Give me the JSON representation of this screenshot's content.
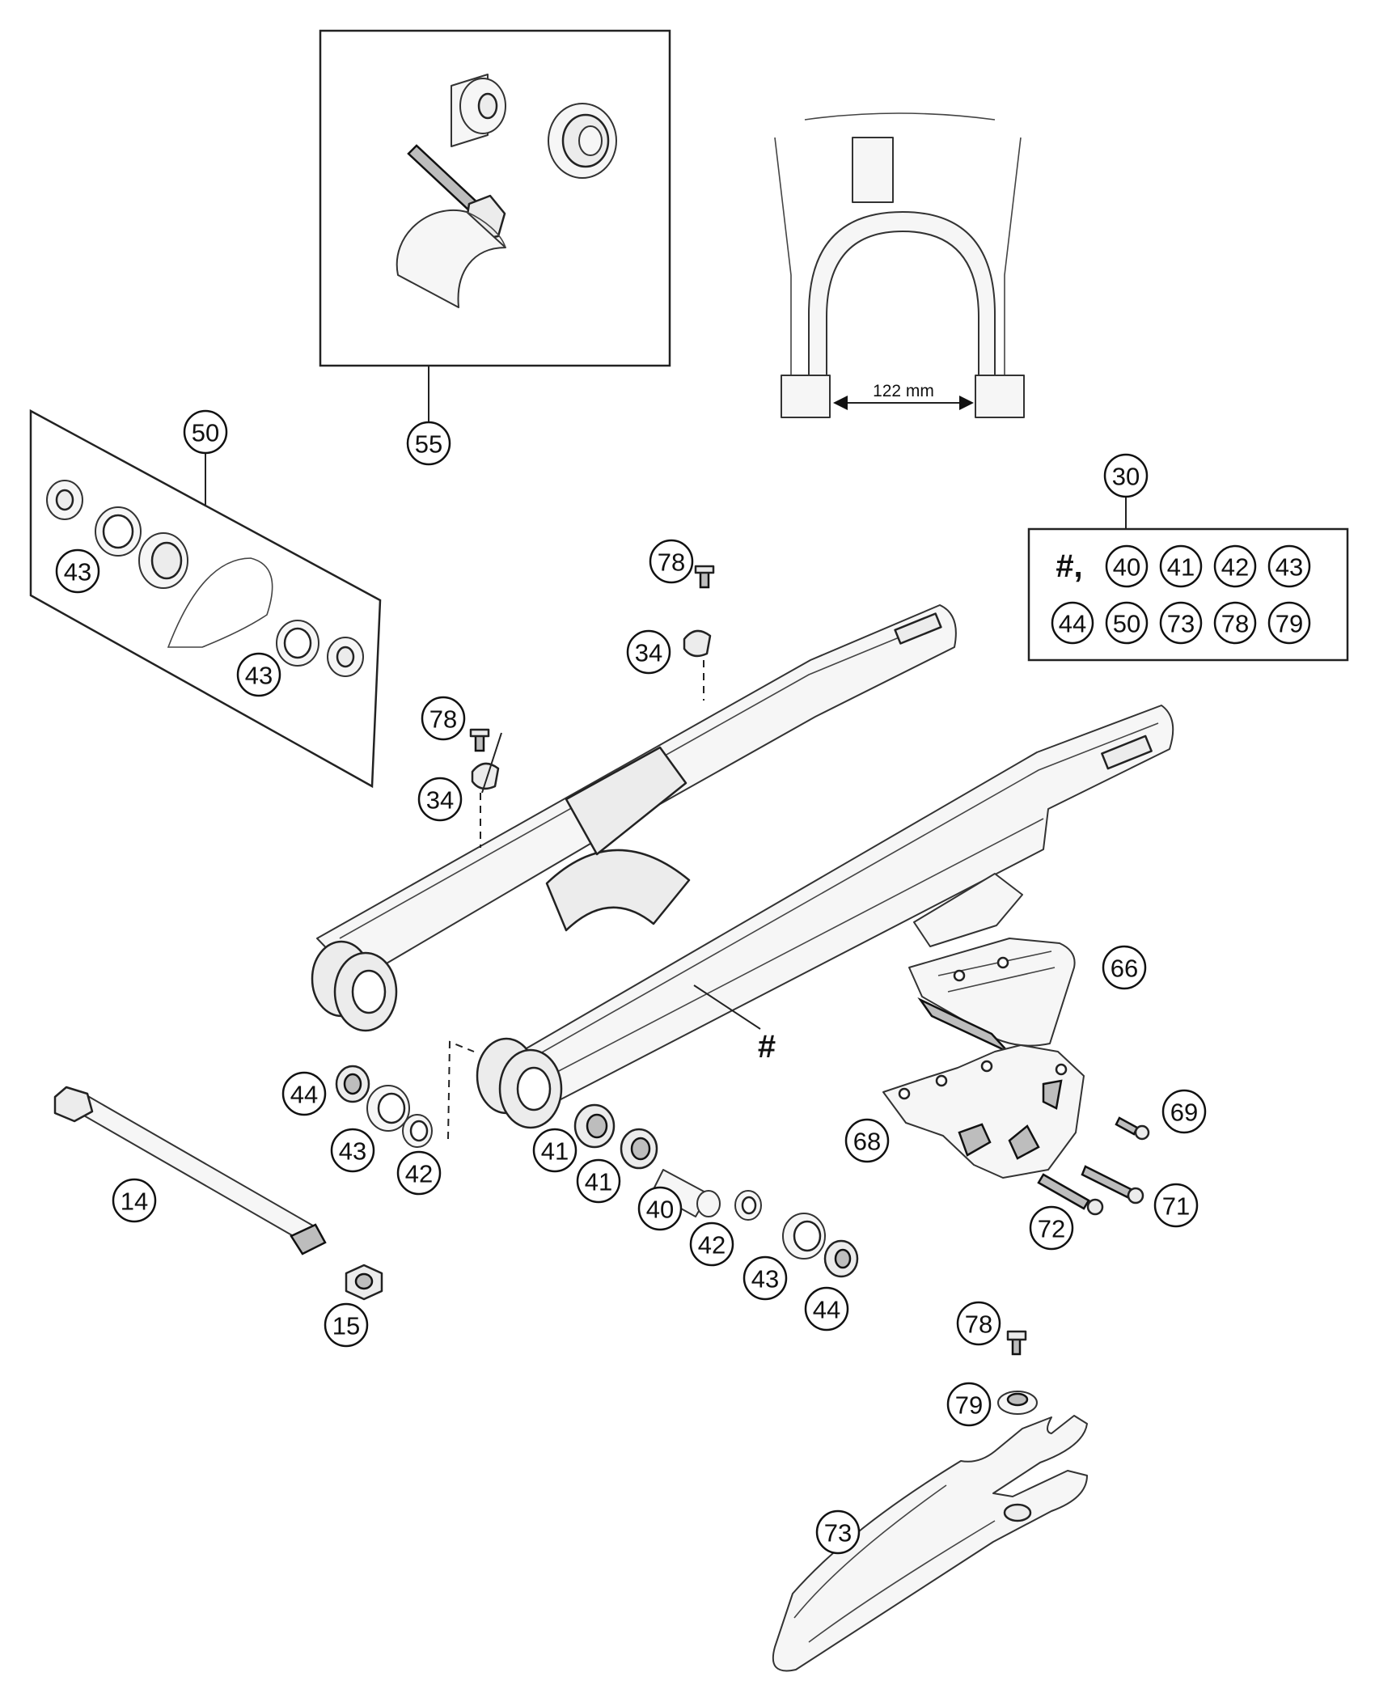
{
  "dimension": {
    "label": "122 mm"
  },
  "frame_marker": {
    "label": "#"
  },
  "kit_30": {
    "hash_label": "#,",
    "contents": [
      "40",
      "41",
      "42",
      "43",
      "44",
      "50",
      "73",
      "78",
      "79"
    ]
  },
  "callouts": [
    {
      "id": "c55",
      "label": "55"
    },
    {
      "id": "c50",
      "label": "50"
    },
    {
      "id": "c43a",
      "label": "43"
    },
    {
      "id": "c43b",
      "label": "43"
    },
    {
      "id": "c30",
      "label": "30"
    },
    {
      "id": "c78a",
      "label": "78"
    },
    {
      "id": "c34a",
      "label": "34"
    },
    {
      "id": "c78b",
      "label": "78"
    },
    {
      "id": "c34b",
      "label": "34"
    },
    {
      "id": "c66",
      "label": "66"
    },
    {
      "id": "c44a",
      "label": "44"
    },
    {
      "id": "c43c",
      "label": "43"
    },
    {
      "id": "c42a",
      "label": "42"
    },
    {
      "id": "c14",
      "label": "14"
    },
    {
      "id": "c15",
      "label": "15"
    },
    {
      "id": "c41a",
      "label": "41"
    },
    {
      "id": "c41b",
      "label": "41"
    },
    {
      "id": "c40",
      "label": "40"
    },
    {
      "id": "c42b",
      "label": "42"
    },
    {
      "id": "c43d",
      "label": "43"
    },
    {
      "id": "c44b",
      "label": "44"
    },
    {
      "id": "c68",
      "label": "68"
    },
    {
      "id": "c69",
      "label": "69"
    },
    {
      "id": "c71",
      "label": "71"
    },
    {
      "id": "c72",
      "label": "72"
    },
    {
      "id": "c78c",
      "label": "78"
    },
    {
      "id": "c79",
      "label": "79"
    },
    {
      "id": "c73",
      "label": "73"
    }
  ]
}
